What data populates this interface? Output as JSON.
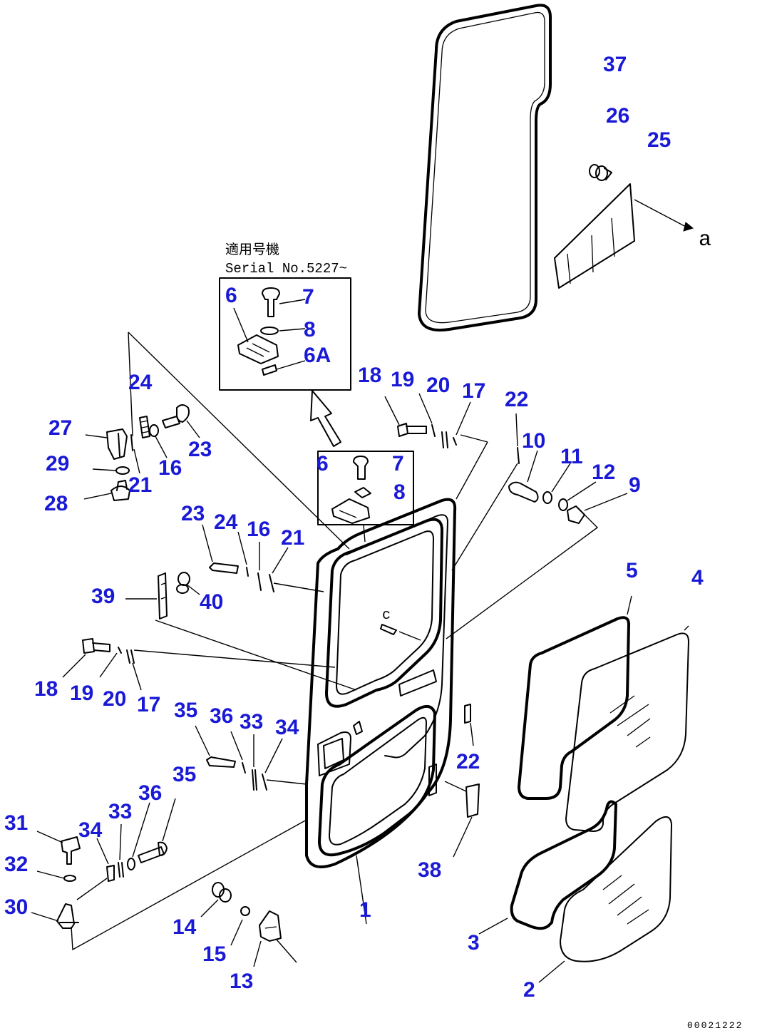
{
  "notes": {
    "jp_title": "適用号機",
    "serial": "Serial No.5227~",
    "view_ref": "a",
    "view_ref_c": "c",
    "drawing_code": "00021222"
  },
  "callouts": [
    {
      "id": "c37",
      "text": "37"
    },
    {
      "id": "c26",
      "text": "26"
    },
    {
      "id": "c25",
      "text": "25"
    },
    {
      "id": "c6t",
      "text": "6"
    },
    {
      "id": "c7t",
      "text": "7"
    },
    {
      "id": "c8t",
      "text": "8"
    },
    {
      "id": "c6At",
      "text": "6A"
    },
    {
      "id": "c24a",
      "text": "24"
    },
    {
      "id": "c27",
      "text": "27"
    },
    {
      "id": "c23a",
      "text": "23"
    },
    {
      "id": "c16a",
      "text": "16"
    },
    {
      "id": "c29",
      "text": "29"
    },
    {
      "id": "c21a",
      "text": "21"
    },
    {
      "id": "c28",
      "text": "28"
    },
    {
      "id": "c18a",
      "text": "18"
    },
    {
      "id": "c19a",
      "text": "19"
    },
    {
      "id": "c20a",
      "text": "20"
    },
    {
      "id": "c17a",
      "text": "17"
    },
    {
      "id": "c22a",
      "text": "22"
    },
    {
      "id": "c10",
      "text": "10"
    },
    {
      "id": "c11",
      "text": "11"
    },
    {
      "id": "c12",
      "text": "12"
    },
    {
      "id": "c9",
      "text": "9"
    },
    {
      "id": "c6m",
      "text": "6"
    },
    {
      "id": "c7m",
      "text": "7"
    },
    {
      "id": "c8m",
      "text": "8"
    },
    {
      "id": "c23b",
      "text": "23"
    },
    {
      "id": "c24b",
      "text": "24"
    },
    {
      "id": "c16b",
      "text": "16"
    },
    {
      "id": "c21b",
      "text": "21"
    },
    {
      "id": "c39",
      "text": "39"
    },
    {
      "id": "c40",
      "text": "40"
    },
    {
      "id": "c5",
      "text": "5"
    },
    {
      "id": "c4",
      "text": "4"
    },
    {
      "id": "c18b",
      "text": "18"
    },
    {
      "id": "c19b",
      "text": "19"
    },
    {
      "id": "c20b",
      "text": "20"
    },
    {
      "id": "c17b",
      "text": "17"
    },
    {
      "id": "c35a",
      "text": "35"
    },
    {
      "id": "c36a",
      "text": "36"
    },
    {
      "id": "c33a",
      "text": "33"
    },
    {
      "id": "c34a",
      "text": "34"
    },
    {
      "id": "c22b",
      "text": "22"
    },
    {
      "id": "c35b",
      "text": "35"
    },
    {
      "id": "c36b",
      "text": "36"
    },
    {
      "id": "c31",
      "text": "31"
    },
    {
      "id": "c34b",
      "text": "34"
    },
    {
      "id": "c33b",
      "text": "33"
    },
    {
      "id": "c32",
      "text": "32"
    },
    {
      "id": "c30",
      "text": "30"
    },
    {
      "id": "c38",
      "text": "38"
    },
    {
      "id": "c1",
      "text": "1"
    },
    {
      "id": "c14",
      "text": "14"
    },
    {
      "id": "c15",
      "text": "15"
    },
    {
      "id": "c13",
      "text": "13"
    },
    {
      "id": "c3",
      "text": "3"
    },
    {
      "id": "c2",
      "text": "2"
    }
  ]
}
